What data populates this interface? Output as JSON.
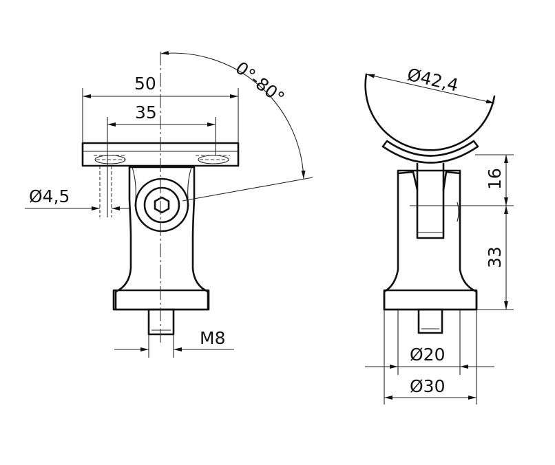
{
  "dimensions": {
    "width_50": "50",
    "width_35": "35",
    "hole_dia": "Ø4,5",
    "angle": "0°-80°",
    "thread": "M8",
    "tube_dia": "Ø42,4",
    "height_16": "16",
    "height_33": "33",
    "base_dia_20": "Ø20",
    "base_dia_30": "Ø30"
  }
}
